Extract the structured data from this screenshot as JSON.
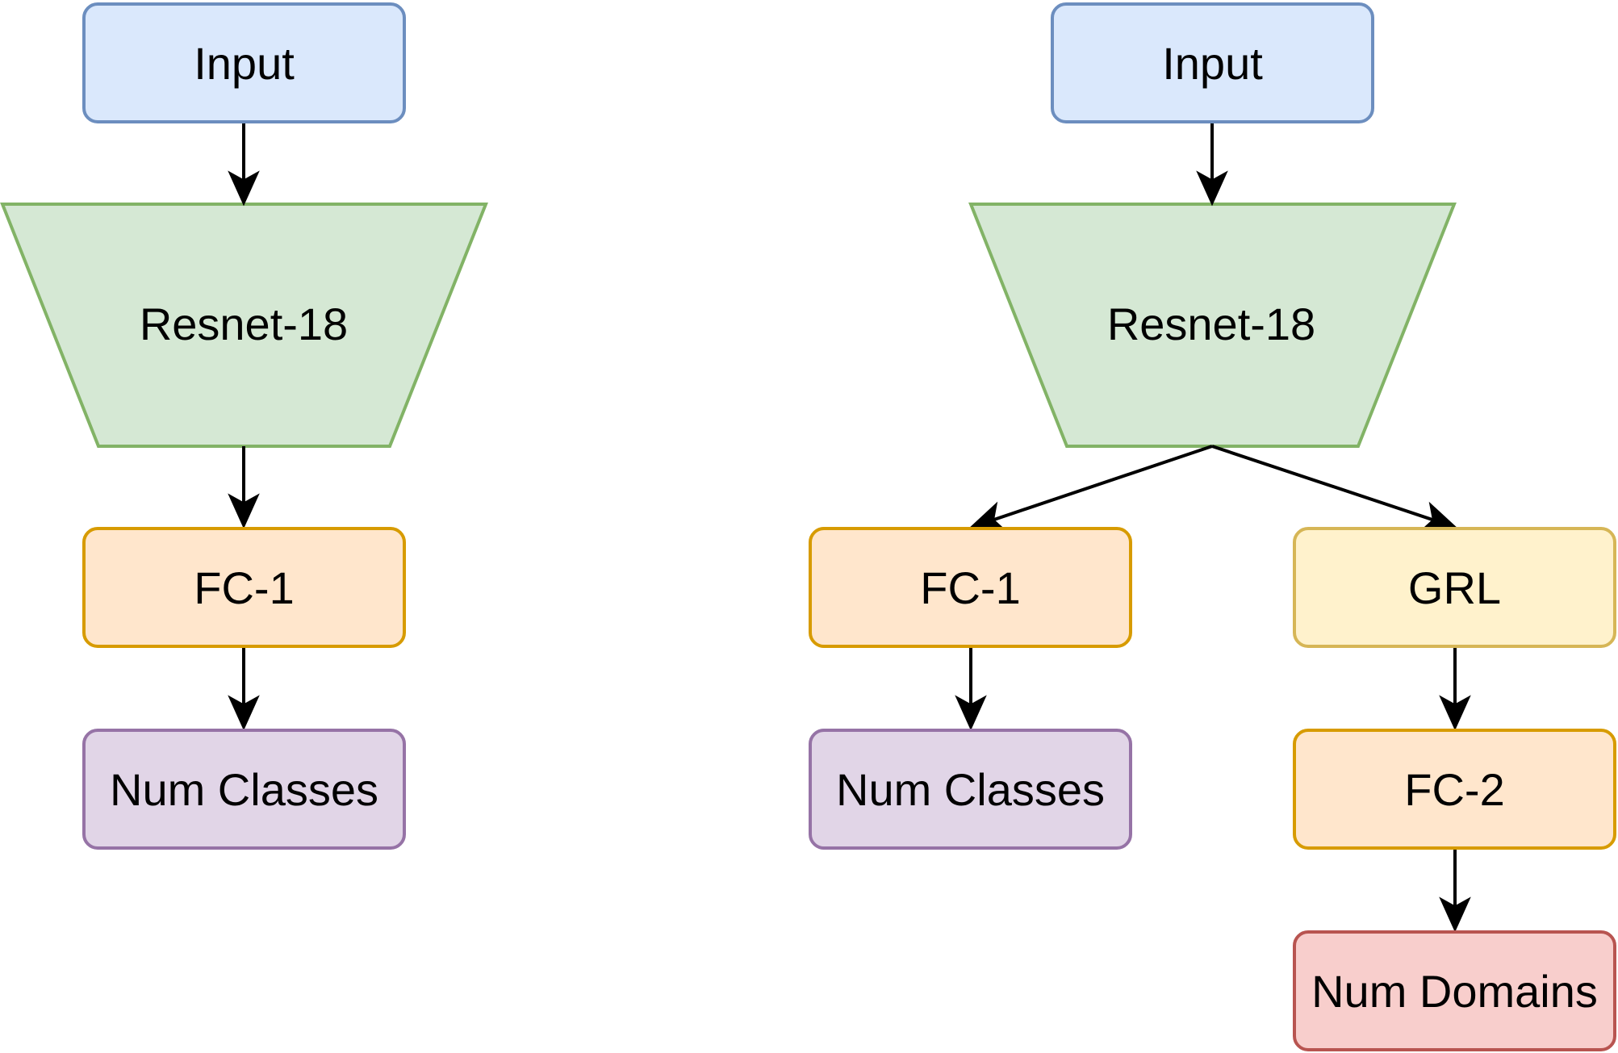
{
  "left": {
    "input": "Input",
    "backbone": "Resnet-18",
    "fc": "FC-1",
    "output": "Num Classes"
  },
  "right": {
    "input": "Input",
    "backbone": "Resnet-18",
    "fc1": "FC-1",
    "grl": "GRL",
    "output_classes": "Num Classes",
    "fc2": "FC-2",
    "output_domains": "Num Domains"
  },
  "colors": {
    "input_fill": "#dae8fc",
    "input_stroke": "#6c8ebf",
    "backbone_fill": "#d5e8d4",
    "backbone_stroke": "#82b366",
    "fc_fill": "#ffe6cc",
    "fc_stroke": "#d79b00",
    "output_classes_fill": "#e1d5e7",
    "output_classes_stroke": "#9673a6",
    "grl_fill": "#fff2cc",
    "grl_stroke": "#d6b656",
    "output_domains_fill": "#f8cecc",
    "output_domains_stroke": "#b85450",
    "arrow": "#000000"
  }
}
